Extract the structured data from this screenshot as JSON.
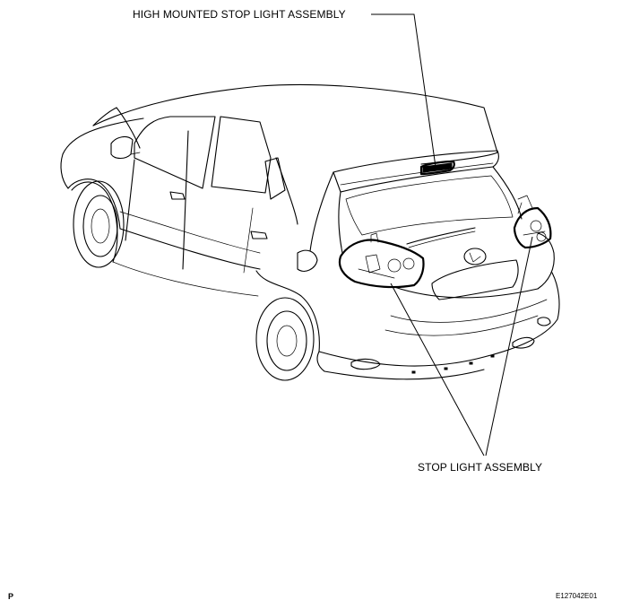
{
  "labels": {
    "high_mounted_stop_light": "HIGH MOUNTED STOP LIGHT ASSEMBLY",
    "stop_light": "STOP LIGHT ASSEMBLY"
  },
  "footer": {
    "page_mark": "P",
    "figure_code": "E127042E01"
  }
}
